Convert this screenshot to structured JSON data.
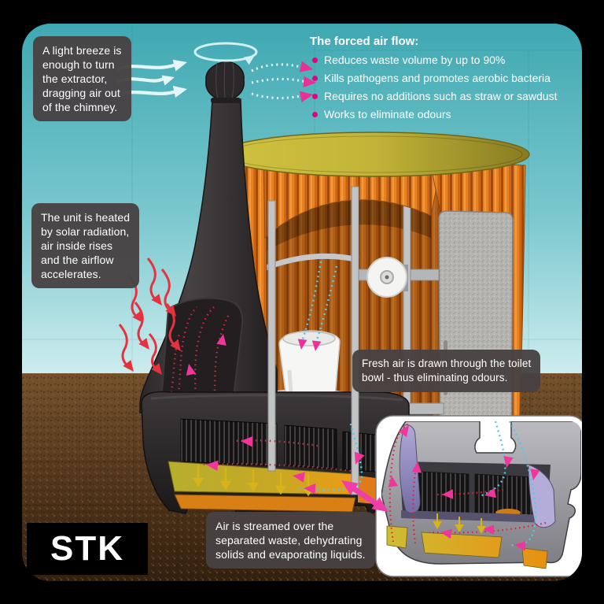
{
  "logo": {
    "text": "STK"
  },
  "callouts": {
    "breeze": "A light breeze is\nenough to turn\nthe extractor,\ndragging air out\nof the chimney.",
    "solar": "The unit is heated\nby solar radiation,\nair inside rises\nand the airflow\naccelerates.",
    "fresh_air": "Fresh air is drawn through the toilet\nbowl - thus eliminating odours.",
    "streamed": "Air is streamed over the\nseparated waste, dehydrating\nsolids and evaporating liquids."
  },
  "forced_air": {
    "heading": "The forced air flow:",
    "bullets": [
      "Reduces waste volume by up to 90%",
      "Kills pathogens and promotes aerobic bacteria",
      "Requires no additions such as straw or sawdust",
      "Works to eliminate odours"
    ]
  },
  "colors": {
    "bullet_pink": "#e6007e",
    "arrow_magenta": "#ef2f9a",
    "red_arrow": "#e4333e",
    "blue_dotted": "#55c8ea",
    "sky_top": "#3fa8b2",
    "sky_bottom": "#cdecee",
    "ground": "#5a3b1e",
    "wall_orange": "#e8811f",
    "roof_yellow": "#c2b438",
    "callout_bg": "#484243"
  },
  "icons": {
    "wind": "wavy-arrows",
    "rotation": "ellipse-arrow",
    "solar": "red-wavy-arrows",
    "airflow": "dotted-arrows"
  }
}
